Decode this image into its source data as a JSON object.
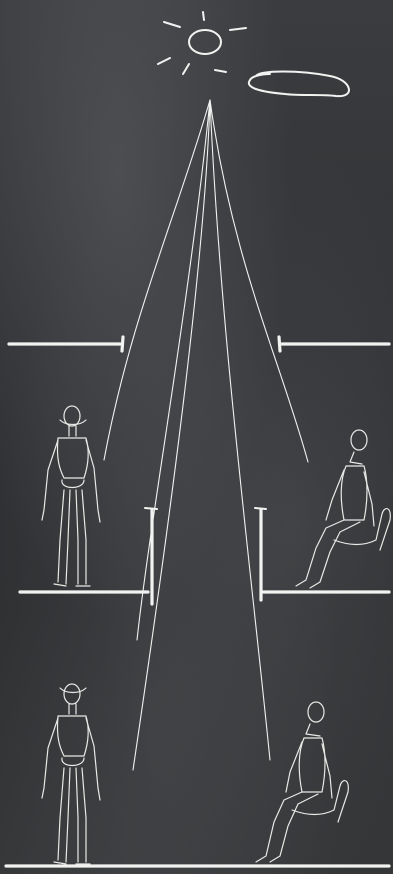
{
  "scene": {
    "palette": {
      "board": "#2f3133",
      "chalk": "#f2f2f0"
    },
    "elements": [
      "sun-icon",
      "cloud-icon",
      "sunlight-rays",
      "wall-lines",
      "standing-mannequin-figure",
      "seated-mannequin-figure"
    ]
  }
}
